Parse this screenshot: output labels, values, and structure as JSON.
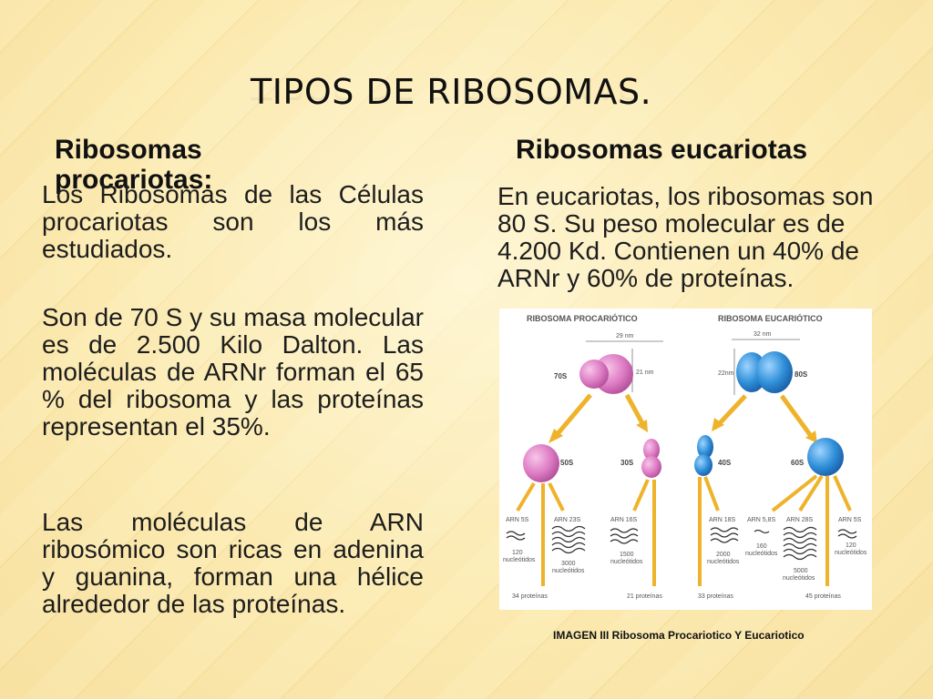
{
  "slide": {
    "title": "TIPOS DE RIBOSOMAS.",
    "left": {
      "heading": "Ribosomas procariotas:",
      "paragraphs": [
        "Los Ribosomas de las Células procariotas son los más estudiados.",
        "Son de 70 S y su masa molecular es de 2.500 Kilo Dalton. Las moléculas de ARNr forman el 65 % del ribosoma y las proteínas representan el 35%.",
        "Las moléculas de ARN ribosómico son ricas en adenina y guanina, forman una hélice alrededor de las proteínas."
      ]
    },
    "right": {
      "heading": "Ribosomas eucariotas",
      "paragraph": "En eucariotas, los ribosomas son 80 S. Su peso molecular es de 4.200 Kd. Contienen un 40% de ARNr y 60% de proteínas."
    },
    "caption": "IMAGEN III Ribosoma Procariotico Y Eucariotico"
  },
  "figure": {
    "prok": {
      "header": "RIBOSOMA PROCARIÓTICO",
      "width": "29 nm",
      "height": "21 nm",
      "whole": "70S",
      "large": "50S",
      "small": "30S",
      "rnas": [
        {
          "name": "ARN 5S",
          "nt": [
            "120",
            "nucleótidos"
          ]
        },
        {
          "name": "ARN 23S",
          "nt": [
            "3000",
            "nucleótidos"
          ]
        },
        {
          "name": "ARN 16S",
          "nt": [
            "1500",
            "nucleótidos"
          ]
        }
      ],
      "prot_large": "34 proteínas",
      "prot_small": "21 proteínas",
      "color": "#de7cc4"
    },
    "euk": {
      "header": "RIBOSOMA EUCARIÓTICO",
      "width": "32 nm",
      "height": "22nm",
      "whole": "80S",
      "large": "60S",
      "small": "40S",
      "rnas": [
        {
          "name": "ARN 18S",
          "nt": [
            "2000",
            "nucleótidos"
          ]
        },
        {
          "name": "ARN 5,8S",
          "nt": [
            "160",
            "nucleótidos"
          ]
        },
        {
          "name": "ARN 28S",
          "nt": [
            "5000",
            "nucleótidos"
          ]
        },
        {
          "name": "ARN 5S",
          "nt": [
            "120",
            "nucleótidos"
          ]
        }
      ],
      "prot_small": "33 proteínas",
      "prot_large": "45 proteínas",
      "color": "#2f8fd8"
    },
    "arrow_color": "#eeb32a"
  }
}
